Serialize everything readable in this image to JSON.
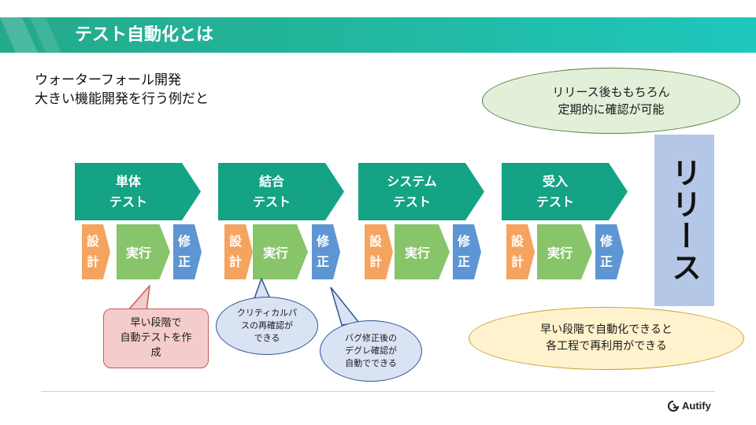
{
  "header": {
    "title": "テスト自動化とは"
  },
  "intro": {
    "line1": "ウォーターフォール開発",
    "line2": "大きい機能開発を行う例だと"
  },
  "callout_top": {
    "line1": "リリース後ももちろん",
    "line2": "定期的に確認が可能"
  },
  "callout_bottom": {
    "line1": "早い段階で自動化できると",
    "line2": "各工程で再利用ができる"
  },
  "phases": [
    {
      "line1": "単体",
      "line2": "テスト"
    },
    {
      "line1": "結合",
      "line2": "テスト"
    },
    {
      "line1": "システム",
      "line2": "テスト"
    },
    {
      "line1": "受入",
      "line2": "テスト"
    }
  ],
  "steps": {
    "design1": "設",
    "design2": "計",
    "exec": "実行",
    "fix1": "修",
    "fix2": "正"
  },
  "release": {
    "label": "リリース"
  },
  "bubble_red": {
    "line1": "早い段階で",
    "line2": "自動テストを作",
    "line3": "成"
  },
  "bubble_blue1": {
    "line1": "クリティカルパ",
    "line2": "スの再確認が",
    "line3": "できる"
  },
  "bubble_blue2": {
    "line1": "バグ修正後の",
    "line2": "デグレ確認が",
    "line3": "自動でできる"
  },
  "footer": {
    "logo_text": "Autify"
  },
  "colors": {
    "header": "#22b59a",
    "phase": "#14a384",
    "design": "#f5a460",
    "exec": "#88c46a",
    "fix": "#5e95d3",
    "release": "#b4c7e7"
  }
}
